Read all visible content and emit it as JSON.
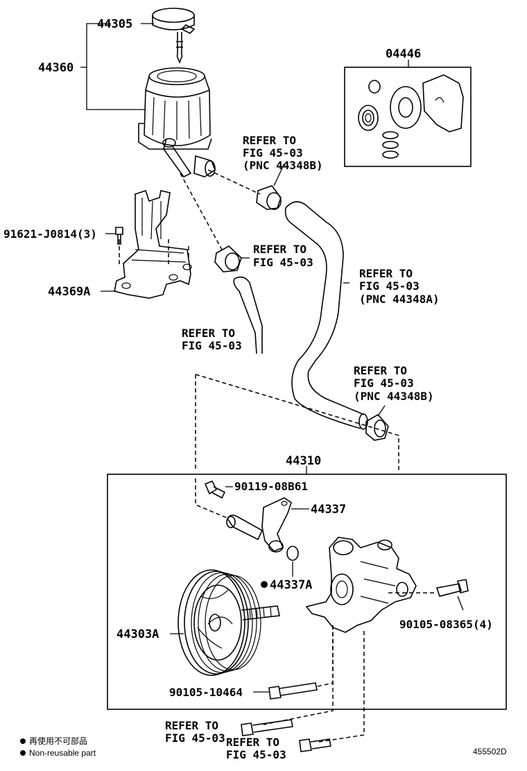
{
  "labels": {
    "cap": "44305",
    "reservoir": "44360",
    "gasket_kit": "04446",
    "bolt_bracket": "91621-J0814(3)",
    "bracket": "44369A",
    "refer_return": [
      "REFER TO",
      "FIG 45-03",
      "(PNC 44348B)"
    ],
    "refer_clamp": [
      "REFER TO",
      "FIG 45-03"
    ],
    "refer_return_hose": [
      "REFER TO",
      "FIG 45-03"
    ],
    "refer_suction": [
      "REFER TO",
      "FIG 45-03",
      "(PNC 44348A)"
    ],
    "refer_clamp_lower": [
      "REFER TO",
      "FIG 45-03",
      "(PNC 44348B)"
    ],
    "pump_assy": "44310",
    "bolt_union": "90119-08B61",
    "union": "44337",
    "oring": "44337A",
    "pulley": "44303A",
    "bolt_pump": "90105-08365(4)",
    "bolt_lower": "90105-10464",
    "refer_bolt_1": [
      "REFER TO",
      "FIG 45-03"
    ],
    "refer_bolt_2": [
      "REFER TO",
      "FIG 45-03"
    ]
  },
  "legend": {
    "line1": "再使用不可部品",
    "line2": "Non-reusable part"
  },
  "figure_id": "455502D"
}
